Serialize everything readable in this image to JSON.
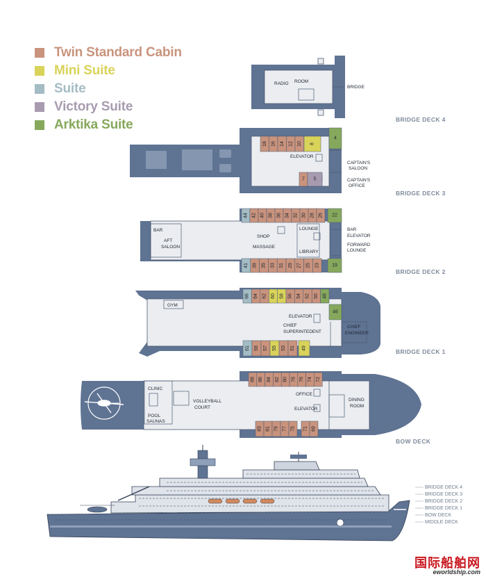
{
  "legend": [
    {
      "label": "Twin Standard Cabin",
      "color": "#c9937d"
    },
    {
      "label": "Mini Suite",
      "color": "#d9d35a"
    },
    {
      "label": "Suite",
      "color": "#a4bcc4"
    },
    {
      "label": "Victory Suite",
      "color": "#a89bb0"
    },
    {
      "label": "Arktika Suite",
      "color": "#86a85c"
    }
  ],
  "decks": {
    "bridge4": {
      "name": "BRIDGE DECK 4",
      "rooms": {
        "radio": "RADIO",
        "room": "ROOM",
        "bridge": "BRIDGE"
      }
    },
    "bridge3": {
      "name": "BRIDGE DECK 3",
      "cabins": [
        "18",
        "16",
        "14",
        "12",
        "10",
        "8",
        "4",
        "7",
        "5"
      ],
      "rooms": {
        "elevator": "ELEVATOR",
        "captains": "CAPTAIN'S",
        "saloon": "SALOON",
        "captains2": "CAPTAIN'S",
        "office": "OFFICE"
      }
    },
    "bridge2": {
      "name": "BRIDGE DECK 2",
      "cabins_top": [
        "44",
        "42",
        "40",
        "38",
        "36",
        "34",
        "32",
        "30",
        "28",
        "26",
        "22"
      ],
      "cabins_bottom": [
        "41",
        "39",
        "35",
        "33",
        "31",
        "29",
        "27",
        "25",
        "23",
        "19"
      ],
      "rooms": {
        "bar": "BAR",
        "aft": "AFT",
        "saloon": "SALOON",
        "shop": "SHOP",
        "massage": "MASSAGE",
        "lounge": "LOUNGE",
        "library": "LIBRARY",
        "bar2": "BAR",
        "elevator": "ELEVATOR",
        "forward": "FORWARD",
        "lounge2": "LOUNGE"
      }
    },
    "bridge1": {
      "name": "BRIDGE DECK 1",
      "cabins_top": [
        "66",
        "64",
        "62",
        "60",
        "58",
        "56",
        "54",
        "52",
        "50",
        "48",
        "46"
      ],
      "cabins_bottom": [
        "61",
        "59",
        "57",
        "55",
        "53",
        "51",
        "49"
      ],
      "rooms": {
        "gym": "GYM",
        "elevator": "ELEVATOR",
        "chief": "CHIEF",
        "superintendent": "SUPERINTEDENT",
        "chief2": "CHIEF",
        "engineer": "ENGINEER"
      }
    },
    "bow": {
      "name": "BOW DECK",
      "cabins_top": [
        "88",
        "86",
        "84",
        "82",
        "80",
        "78",
        "76",
        "74",
        "72"
      ],
      "cabins_bottom": [
        "83",
        "81",
        "79",
        "77",
        "75",
        "71",
        "69"
      ],
      "rooms": {
        "clinic": "CLINIC",
        "volleyball": "VOLLEYBALL",
        "court": "COURT",
        "pool": "POOL",
        "saunas": "SAUNAS",
        "office": "OFFICE",
        "elevator": "ELEVATOR",
        "dining": "DINING",
        "room": "ROOM"
      }
    }
  },
  "side_labels": [
    "BRIDGE DECK 4",
    "BRIDGE DECK 3",
    "BRIDGE DECK 2",
    "BRIDGE DECK 1",
    "BOW DECK",
    "MIDDLE DECK"
  ],
  "watermark": {
    "cn": "国际船舶网",
    "en": "eworldship.com"
  }
}
